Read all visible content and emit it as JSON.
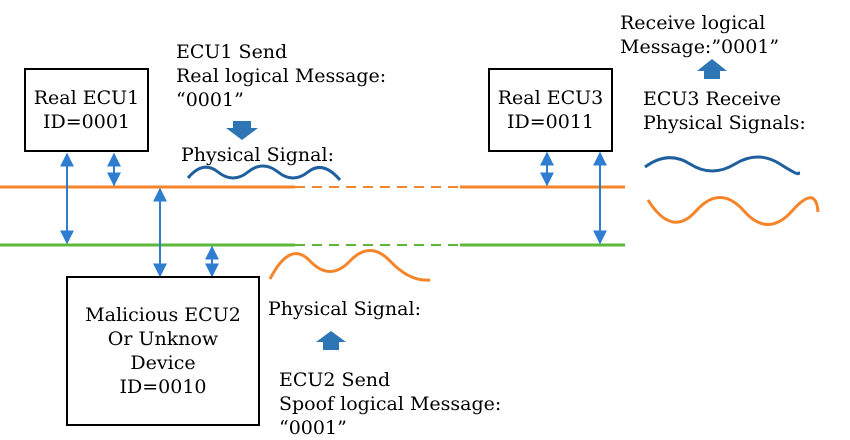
{
  "ecu1": {
    "line1": "Real ECU1",
    "line2": "ID=0001"
  },
  "ecu3": {
    "line1": "Real ECU3",
    "line2": "ID=0011"
  },
  "ecu2": {
    "line1": "Malicious ECU2",
    "line2": "Or Unknow",
    "line3": "Device",
    "line4": "ID=0010"
  },
  "ecu1_send": {
    "line1": "ECU1 Send",
    "line2": "Real logical Message:",
    "line3": "“0001”"
  },
  "ecu2_send": {
    "line1": "ECU2 Send",
    "line2": "Spoof logical Message:",
    "line3": "“0001”"
  },
  "receive": {
    "line1": "Receive logical",
    "line2": "Message:”0001”"
  },
  "ecu3_receive": {
    "line1": "ECU3 Receive",
    "line2": "Physical Signals:"
  },
  "physical_signal_top": "Physical Signal:",
  "physical_signal_bottom": "Physical Signal:",
  "colors": {
    "can_high": "#f5852a",
    "can_low": "#5cb83a",
    "legit_wave": "#1f5f9e",
    "spoof_wave": "#f5852a",
    "connector": "#2e7dd1",
    "block_arrow": "#2e75b6"
  }
}
